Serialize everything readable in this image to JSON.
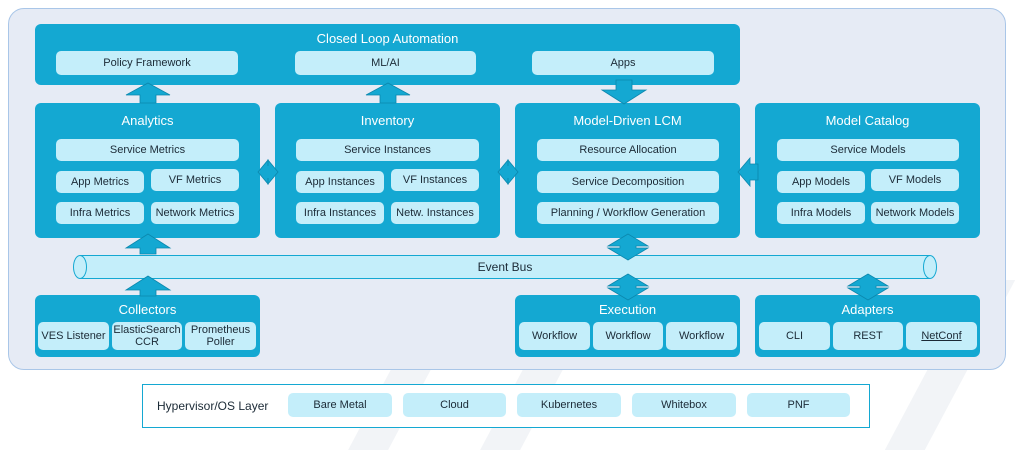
{
  "closed_loop": {
    "title": "Closed Loop Automation",
    "items": [
      "Policy Framework",
      "ML/AI",
      "Apps"
    ]
  },
  "analytics": {
    "title": "Analytics",
    "items": [
      "Service Metrics",
      "App Metrics",
      "VF Metrics",
      "Infra Metrics",
      "Network Metrics"
    ]
  },
  "inventory": {
    "title": "Inventory",
    "items": [
      "Service Instances",
      "App Instances",
      "VF Instances",
      "Infra Instances",
      "Netw. Instances"
    ]
  },
  "lcm": {
    "title": "Model-Driven LCM",
    "items": [
      "Resource Allocation",
      "Service Decomposition",
      "Planning / Workflow Generation"
    ]
  },
  "catalog": {
    "title": "Model Catalog",
    "items": [
      "Service Models",
      "App Models",
      "VF Models",
      "Infra Models",
      "Network Models"
    ]
  },
  "event_bus": {
    "label": "Event Bus"
  },
  "collectors": {
    "title": "Collectors",
    "items": [
      "VES Listener",
      "ElasticSearch CCR",
      "Prometheus Poller"
    ]
  },
  "execution": {
    "title": "Execution",
    "items": [
      "Workflow",
      "Workflow",
      "Workflow"
    ]
  },
  "adapters": {
    "title": "Adapters",
    "items": [
      "CLI",
      "REST",
      "NetConf"
    ]
  },
  "hypervisor": {
    "label": "Hypervisor/OS Layer",
    "items": [
      "Bare Metal",
      "Cloud",
      "Kubernetes",
      "Whitebox",
      "PNF"
    ]
  },
  "colors": {
    "block": "#14a8d2",
    "pill": "#c4eefa",
    "panel": "#e6ebf5",
    "border": "#a9c6e8"
  }
}
